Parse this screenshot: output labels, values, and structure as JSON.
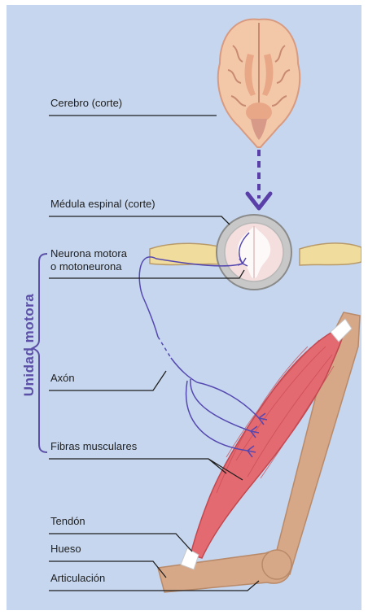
{
  "labels": {
    "cerebro": "Cerebro (corte)",
    "medula": "Médula espinal (corte)",
    "neurona_line1": "Neurona motora",
    "neurona_line2": "o motoneurona",
    "axon": "Axón",
    "fibras": "Fibras musculares",
    "tendon": "Tendón",
    "hueso": "Hueso",
    "articulacion": "Articulación"
  },
  "side_label": "Unidad motora",
  "colors": {
    "background": "#c5d6ee",
    "brain": "#f3c8a8",
    "brain_inner": "#e8a888",
    "arrow": "#5b3fa8",
    "spinal_outer": "#c8c8c8",
    "spinal_inner": "#f4dede",
    "nerve": "#f0dc9c",
    "neuron": "#5548b0",
    "muscle": "#e46a72",
    "bone": "#d6a888",
    "tendon": "#ffffff",
    "label_text": "#1f1f1f",
    "side_label": "#5b4fa8"
  }
}
